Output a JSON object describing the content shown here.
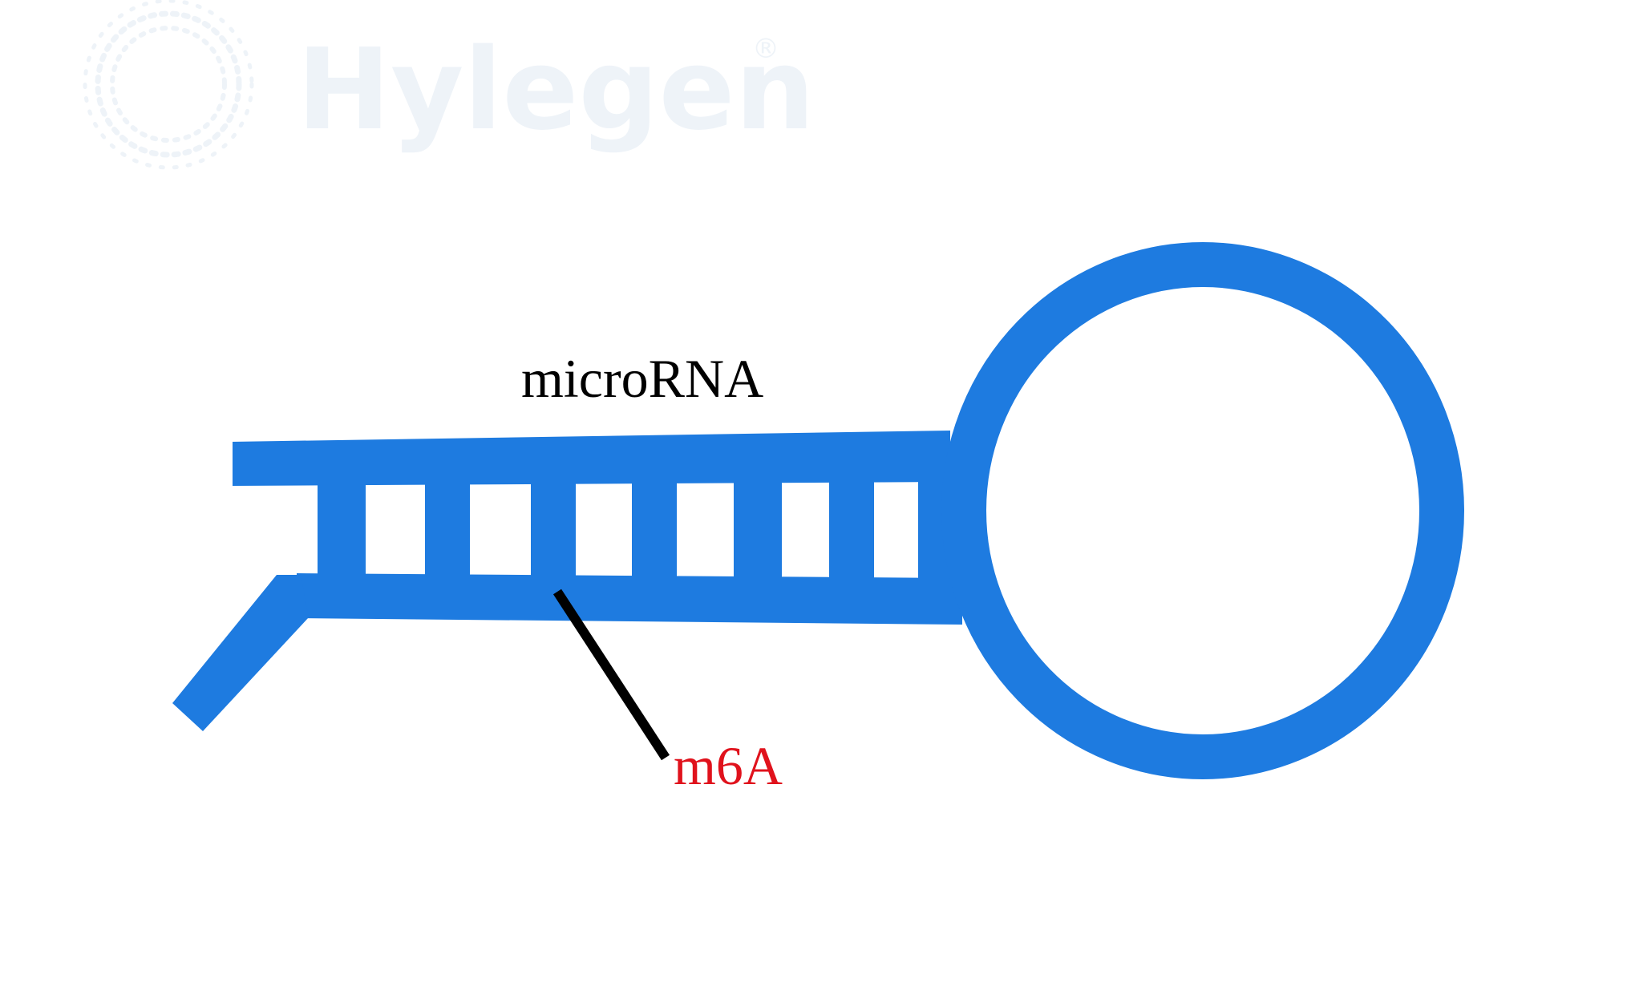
{
  "watermark": {
    "brand": "Hylegen",
    "registered_mark": "®",
    "logo_icon": "dna-helix-ring-icon",
    "color": "#eef3f8"
  },
  "diagram": {
    "structure_label": "microRNA",
    "modification_label": "m6A",
    "colors": {
      "rna": "#1e7be0",
      "pointer": "#000000",
      "structure_label": "#000000",
      "modification_label": "#e0121c"
    }
  }
}
